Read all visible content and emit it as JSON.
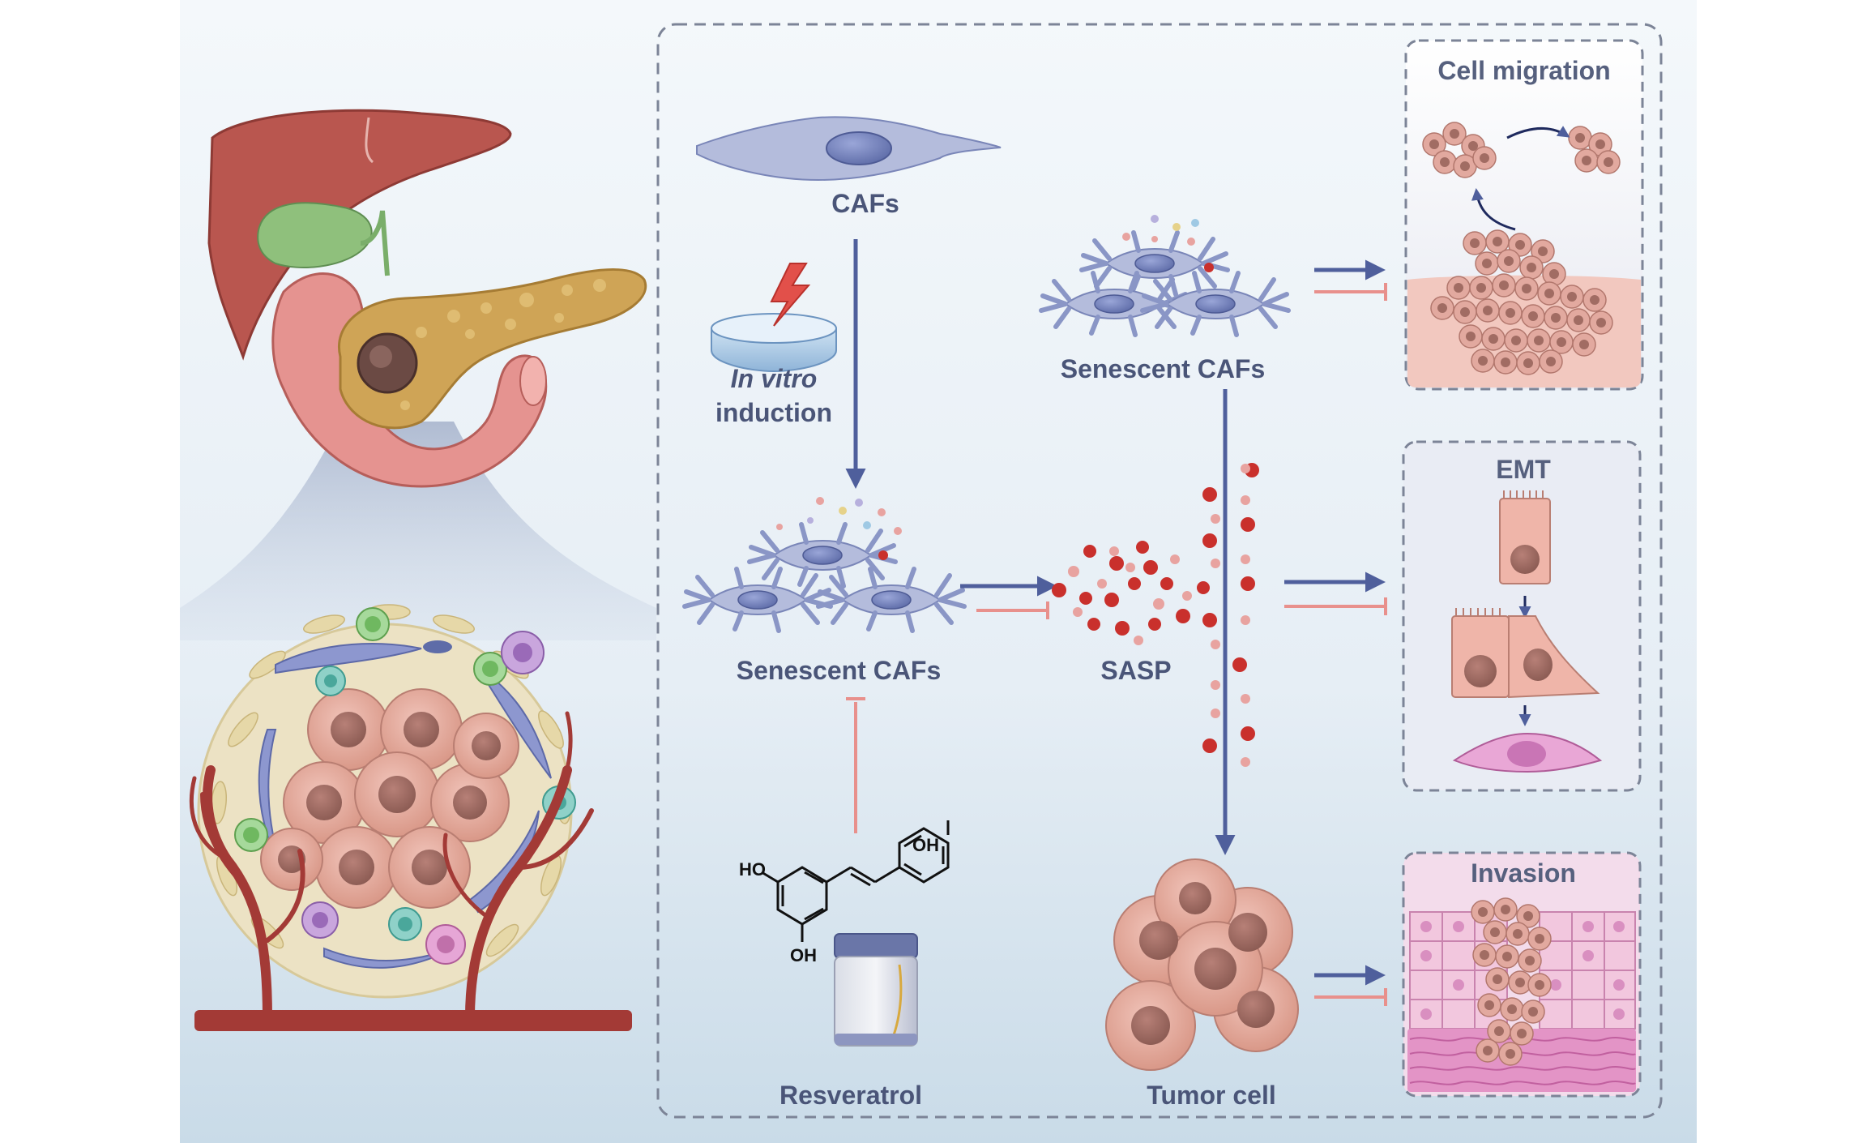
{
  "labels": {
    "cafs": "CAFs",
    "in_vitro": "In vitro",
    "induction": "induction",
    "senescent_cafs_top": "Senescent CAFs",
    "senescent_cafs_mid": "Senescent CAFs",
    "sasp": "SASP",
    "resveratrol": "Resveratrol",
    "tumor_cell": "Tumor cell"
  },
  "chemistry": {
    "ho_left": "HO",
    "oh_bottom": "OH",
    "oh_right": "OH"
  },
  "boxes": {
    "cell_migration": "Cell migration",
    "emt": "EMT",
    "invasion": "Invasion"
  },
  "colors": {
    "background_top": "#f2f6fa",
    "background_bottom": "#c8dbe8",
    "promote_arrow": "#4f5f9c",
    "inhibit_line": "#e8908c",
    "dashed_border": "#7c8497",
    "sasp_red": "#c9302c",
    "sasp_pink": "#e8a3a0",
    "caf_blue": "#8a96c6",
    "tumor_pink": "#e2a49a",
    "liver": "#b9564f",
    "pancreas": "#cfa456",
    "vessel": "#a33a36",
    "gallbladder": "#8fc07c"
  }
}
